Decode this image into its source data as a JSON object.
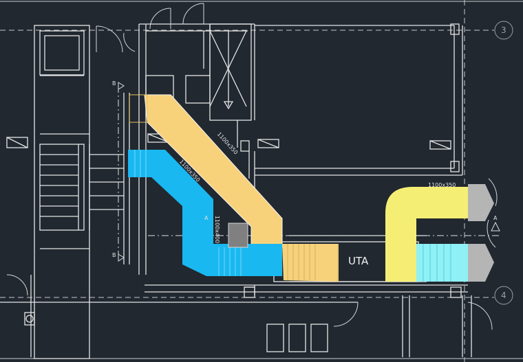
{
  "unit": {
    "label": "UTA"
  },
  "ducts": {
    "yellow_diag": "1100x350",
    "blue_diag": "1100x350",
    "blue_vert": "1100x400",
    "yellow_right": "1100x350"
  },
  "axes": {
    "top": "3",
    "bottom": "4"
  },
  "section_marks": {
    "b1": "B",
    "b2": "B",
    "a1": "A",
    "a2": "A"
  },
  "colors": {
    "background": "#212830",
    "duct_yellow": "#f7d27a",
    "duct_yellow_bright": "#f5ee74",
    "duct_blue": "#19b8f0",
    "duct_grey": "#b5b5b5",
    "wall": "#e6e6e6"
  }
}
